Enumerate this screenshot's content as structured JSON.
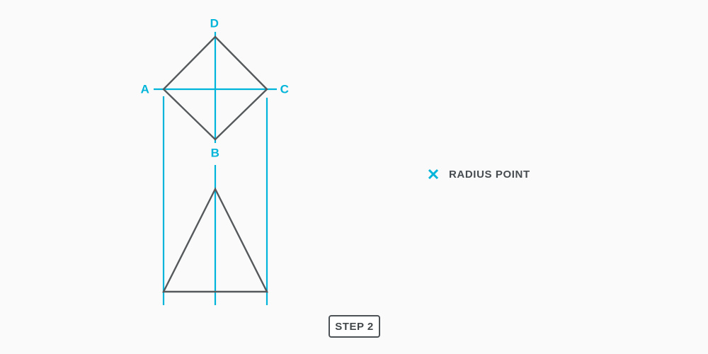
{
  "page": {
    "background": "#fafafa"
  },
  "colors": {
    "accent_cyan": "#00b5d9",
    "shape_gray": "#55595b",
    "text_dark": "#474c50"
  },
  "diagram": {
    "vertex_labels": {
      "top": "D",
      "left": "A",
      "right": "C",
      "bottom": "B"
    },
    "shapes": [
      "diamond",
      "triangle"
    ],
    "guide_lines": [
      "horizontal-through-AC",
      "vertical-center",
      "vertical-left",
      "vertical-right"
    ]
  },
  "legend": {
    "icon": "x-marker-icon",
    "label": "RADIUS POINT"
  },
  "step_badge": {
    "label": "STEP 2"
  }
}
